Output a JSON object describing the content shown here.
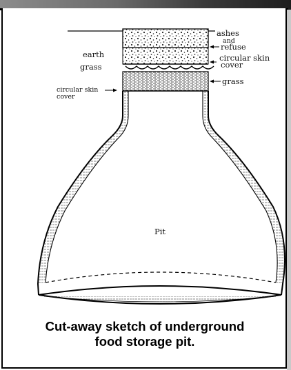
{
  "labels": {
    "ashes": "ashes",
    "and": "and",
    "refuse": "refuse",
    "earth": "earth",
    "grass_left": "grass",
    "circular_skin_cover_right_1": "circular skin",
    "circular_skin_cover_right_2": "cover",
    "grass_right": "grass",
    "circular_skin_cover_left_1": "circular skin",
    "circular_skin_cover_left_2": "cover",
    "pit": "Pit"
  },
  "caption": {
    "line1": "Cut-away sketch of underground",
    "line2": "food storage pit."
  }
}
